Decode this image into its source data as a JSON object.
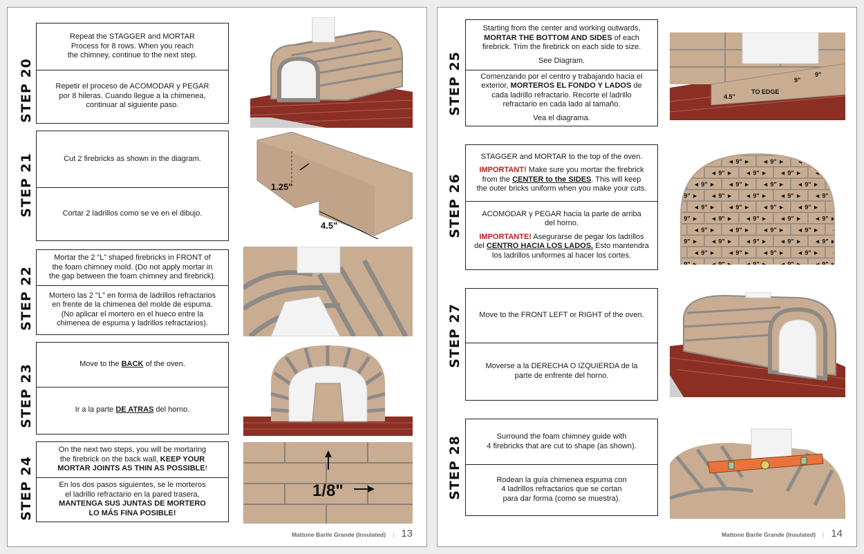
{
  "left_page": {
    "footer_title": "Mattone Barile Grande (Insulated)",
    "page_number": "13",
    "steps": [
      {
        "label": "STEP 20",
        "en": [
          "Repeat the STAGGER and MORTAR",
          "Process for 8 rows.  When you reach",
          "the chimney, continue to the next step."
        ],
        "es": [
          "Repetir el proceso de ACOMODAR y PEGAR",
          "por 8 hileras. Cuando llegue a la chimenea,",
          "continuar al siguiente paso."
        ]
      },
      {
        "label": "STEP 21",
        "en": "Cut 2 firebricks as shown in the diagram.",
        "es": "Cortar 2 ladrillos como se ve en el dibujo.",
        "dims": [
          "1.25\"",
          "4.5\""
        ]
      },
      {
        "label": "STEP 22",
        "en": [
          "Mortar the 2 “L” shaped firebricks in FRONT of",
          "the foam chimney mold.  (Do not apply mortar in",
          "the gap between the foam chimney and firebrick)."
        ],
        "es": [
          "Mortero las 2 \"L\" en forma de ladrillos refractarios",
          "en frente de la chimenea del molde de espuma.",
          "(No aplicar el mortero en el hueco entre la",
          "chimenea de espuma y ladrillos refractarios)."
        ]
      },
      {
        "label": "STEP 23",
        "en_pre": "Move to the ",
        "en_bold": "BACK",
        "en_post": " of the oven.",
        "es_pre": "Ir a la parte ",
        "es_bold": "DE ATRAS",
        "es_post": " del horno."
      },
      {
        "label": "STEP 24",
        "en_1": "On the next two steps, you will be mortaring",
        "en_2_pre": "the firebrick on the back wall, ",
        "en_2_bold": "KEEP YOUR",
        "en_3_bold": "MORTAR JOINTS AS THIN AS POSSIBLE",
        "en_3_post": "!",
        "es_1": "En los dos pasos siguientes, se le morteros",
        "es_2": "el ladrillo refractario en la pared trasera,",
        "es_3_bold": "MANTENGA SUS JUNTAS DE MORTERO",
        "es_4_bold": "LO MÁS FINA POSIBLE!",
        "dims": [
          "1/8\""
        ]
      }
    ]
  },
  "right_page": {
    "footer_title": "Mattone Barile Grande (Insulated)",
    "page_number": "14",
    "steps": [
      {
        "label": "STEP 25",
        "en_1": "Starting from the center and working outwards,",
        "en_2_bold": "MORTAR THE BOTTOM AND SIDES",
        "en_2_post": " of each",
        "en_3": "firebrick.  Trim the firebrick on each side to size.",
        "en_4": "See Diagram.",
        "es_1": "Comenzando por el centro y trabajando hacia el",
        "es_2_pre": "exterior, ",
        "es_2_bold": "MORTEROS EL FONDO Y LADOS",
        "es_2_post": " de",
        "es_3": "cada ladrillo refractario. Recorte el ladrillo",
        "es_4": "refractario en cada lado al tamaño.",
        "es_5": "Vea el diagrama.",
        "dims": [
          "4.5\"",
          "TO EDGE",
          "9\"",
          "9\""
        ]
      },
      {
        "label": "STEP 26",
        "en_1": "STAGGER and MORTAR to the top of the oven.",
        "en_2_red": "IMPORTANT!",
        "en_2_post": "  Make sure you mortar the firebrick",
        "en_3_pre": "from the ",
        "en_3_bold": "CENTER to the SIDES",
        "en_3_post": ".  This will keep",
        "en_4": "the outer bricks uniform when you make your cuts.",
        "es_1": "ACOMODAR y PEGAR hacia la parte de arriba",
        "es_2": "del horno.",
        "es_3_red": "IMPORTANTE!",
        "es_3_post": " Asegurarse de pegar los ladrillos",
        "es_4_pre": "del ",
        "es_4_bold": "CENTRO HACIA LOS LADOS.",
        "es_4_post": "  Esto mantendra",
        "es_5": "los ladrillos uniformes al hacer los cortes.",
        "brick_label": "9\""
      },
      {
        "label": "STEP 27",
        "en": "Move to the FRONT LEFT or RIGHT of the oven.",
        "es": [
          "Moverse a la DERECHA O IZQUIERDA de la",
          "parte de enfrente del horno."
        ]
      },
      {
        "label": "STEP 28",
        "en": [
          "Surround the foam chimney guide with",
          "4 firebricks that are cut to shape (as shown)."
        ],
        "es": [
          "Rodean la guía chimenea espuma con",
          "4 ladrillos refractarios que se cortan",
          "para dar forma (como se muestra)."
        ]
      }
    ]
  },
  "colors": {
    "firebrick": "#c9ad92",
    "mortar": "#8e8a86",
    "red_brick": "#8b2e23",
    "foam": "#f3f3f3",
    "important_red": "#b22222"
  }
}
